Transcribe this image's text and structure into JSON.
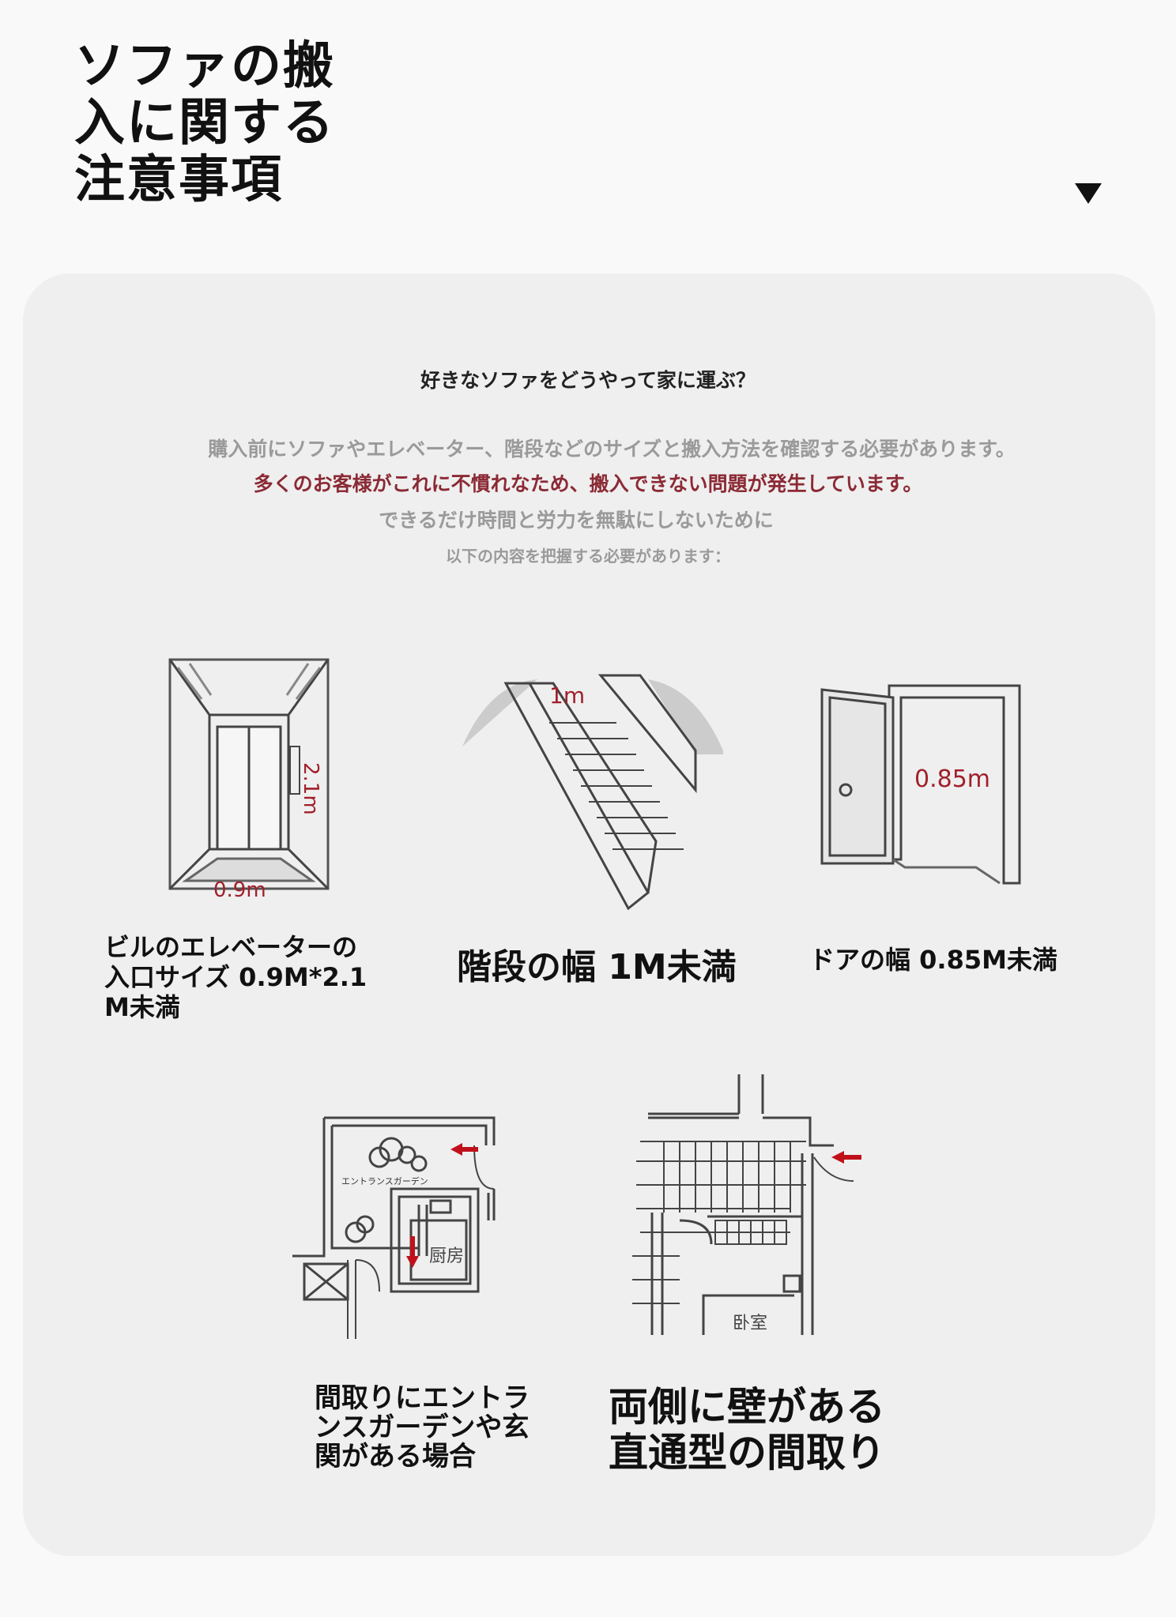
{
  "header": {
    "title_lines": [
      "ソファの搬",
      "入に関する",
      "注意事項"
    ],
    "expand_icon": "triangle-down-icon"
  },
  "intro": {
    "heading": "好きなソファをどうやって家に運ぶ？",
    "line1": "購入前にソファやエレベーター、階段などのサイズと搬入方法を確認する必要があります。",
    "line2": "多くのお客様がこれに不慣れなため、搬入できない問題が発生しています。",
    "line3": "できるだけ時間と労力を無駄にしないために",
    "line4": "以下の内容を把握する必要があります："
  },
  "items": [
    {
      "caption_lines": [
        "ビルのエレベーターの",
        "入口サイズ 0.9M*2.1",
        "M未満"
      ],
      "labels": {
        "height": "2.1m",
        "width": "0.9m"
      }
    },
    {
      "caption": "階段の幅 1M未満",
      "labels": {
        "width": "1m"
      }
    },
    {
      "caption": "ドアの幅 0.85M未満",
      "labels": {
        "width": "0.85m"
      }
    },
    {
      "caption_lines": [
        "間取りにエントラ",
        "ンスガーデンや玄",
        "関がある場合"
      ],
      "labels": {
        "garden": "エントランスガーデン",
        "kitchen": "厨房"
      }
    },
    {
      "caption_lines": [
        "両側に壁がある",
        "直通型の間取り"
      ],
      "labels": {
        "bedroom": "卧室"
      }
    }
  ],
  "colors": {
    "accent_red": "#8b2a35",
    "arrow_red": "#c0111b",
    "card_bg": "#efefef"
  }
}
